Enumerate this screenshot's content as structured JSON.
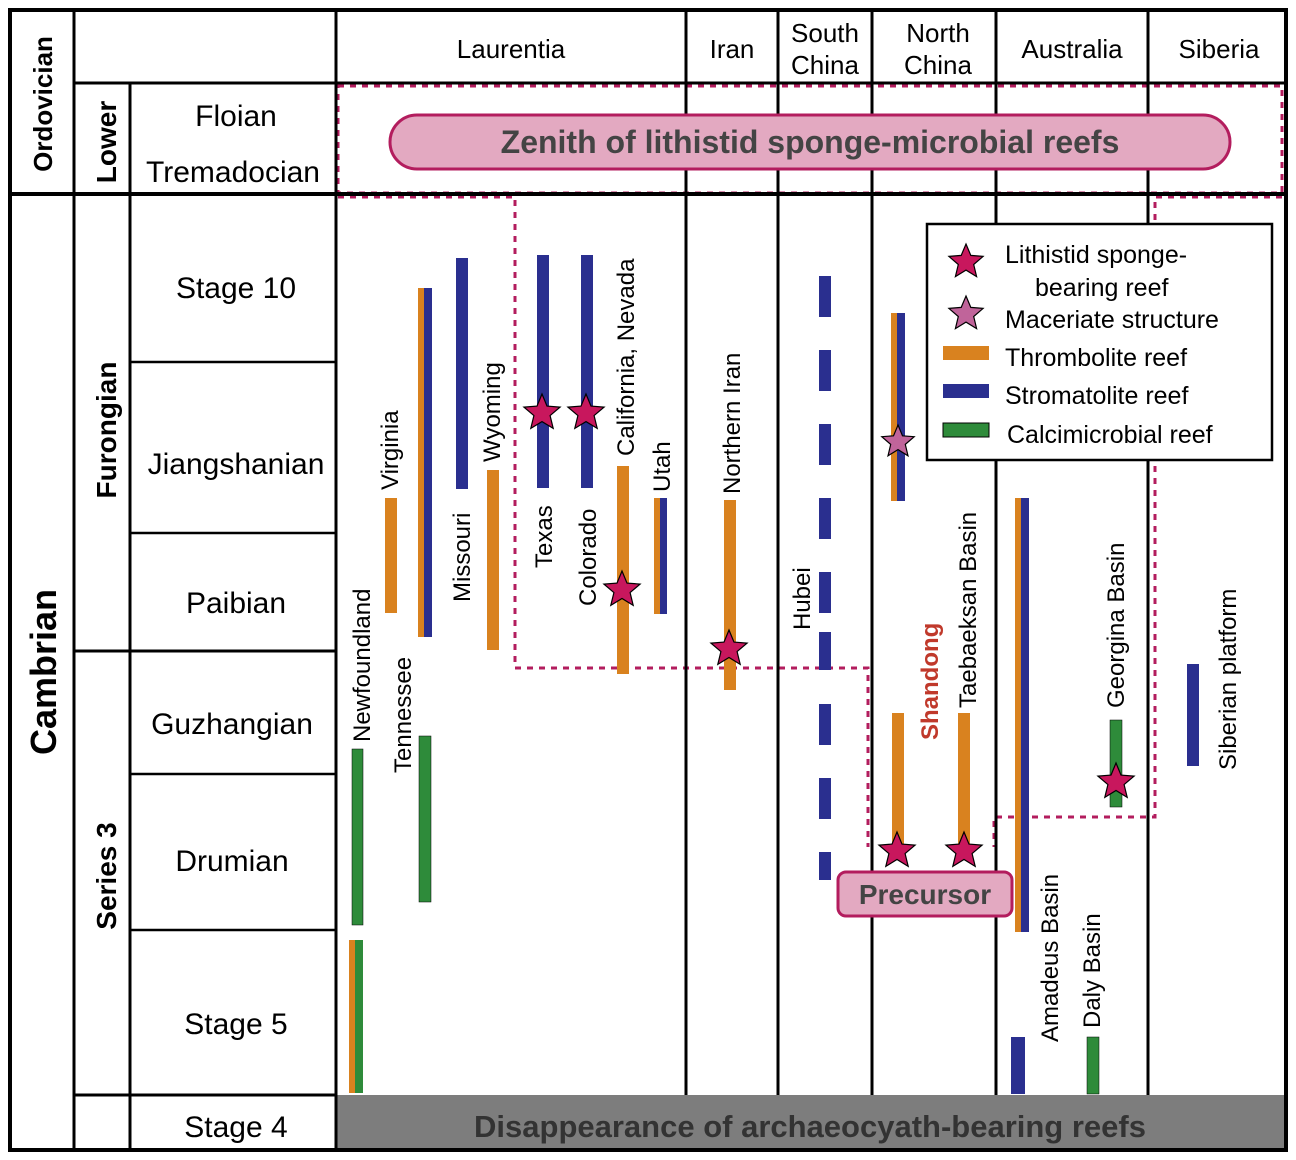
{
  "header": {
    "system_ordovician": "Ordovician",
    "system_cambrian": "Cambrian",
    "series_lower": "Lower",
    "series_furongian": "Furongian",
    "series_series3": "Series 3"
  },
  "stages": [
    "Floian",
    "Tremadocian",
    "Stage 10",
    "Jiangshanian",
    "Paibian",
    "Guzhangian",
    "Drumian",
    "Stage 5",
    "Stage 4"
  ],
  "regions": {
    "laurentia": "Laurentia",
    "iran": "Iran",
    "south_china_1": "South",
    "south_china_2": "China",
    "north_china_1": "North",
    "north_china_2": "China",
    "australia": "Australia",
    "siberia": "Siberia"
  },
  "localities": {
    "newfoundland": "Newfoundland",
    "virginia": "Virginia",
    "tennessee": "Tennessee",
    "missouri": "Missouri",
    "wyoming": "Wyoming",
    "texas": "Texas",
    "colorado": "Colorado",
    "california": "California, Nevada",
    "utah": "Utah",
    "northern_iran": "Northern Iran",
    "hubei": "Hubei",
    "shandong": "Shandong",
    "taebaeksan": "Taebaeksan Basin",
    "amadeus": "Amadeus Basin",
    "daly": "Daly Basin",
    "georgina": "Georgina Basin",
    "siberian": "Siberian platform"
  },
  "banners": {
    "zenith": "Zenith of lithistid sponge-microbial reefs",
    "precursor": "Precursor",
    "disappearance": "Disappearance of archaeocyath-bearing reefs"
  },
  "legend": {
    "lithistid_1": "Lithistid sponge-",
    "lithistid_2": "bearing reef",
    "maceriate": "Maceriate structure",
    "thrombolite": "Thrombolite reef",
    "stromatolite": "Stromatolite reef",
    "calcimicrobial": "Calcimicrobial reef"
  },
  "colors": {
    "thrombolite": "#d9821f",
    "stromatolite": "#2a2f8f",
    "calcimicrobial": "#2e8b3a",
    "lithistid_star": "#c8175d",
    "maceriate_star": "#c0649a",
    "dotted_outline": "#b31d5e",
    "banner_fill": "#e3a9c1",
    "shandong_text": "#c0392b",
    "bottom_band": "#7d7d7d"
  }
}
